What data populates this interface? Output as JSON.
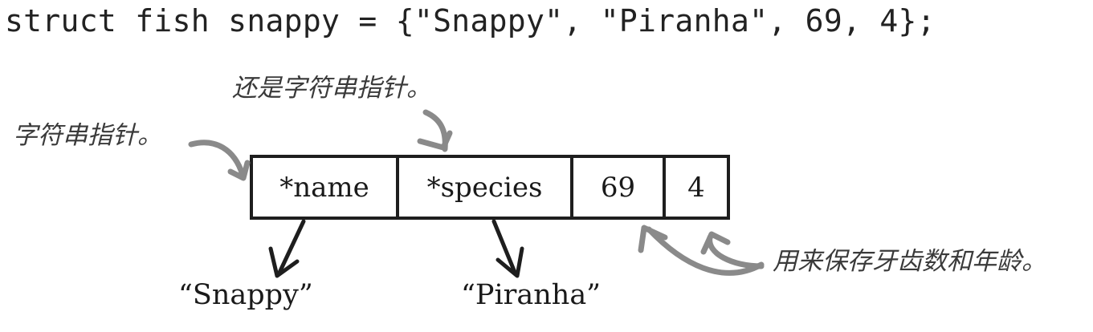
{
  "code_line": "struct fish snappy = {\"Snappy\", \"Piranha\", 69, 4};",
  "annotations": {
    "string_pointer": "字符串指针。",
    "also_string_pointer": "还是字符串指针。",
    "teeth_and_age": "用来保存牙齿数和年龄。"
  },
  "struct_fields": [
    "*name",
    "*species",
    "69",
    "4"
  ],
  "targets": {
    "name": "“Snappy”",
    "species": "“Piranha”"
  },
  "colors": {
    "ink": "#1e1e1e",
    "annotation_arrow": "#8a8a8a"
  }
}
